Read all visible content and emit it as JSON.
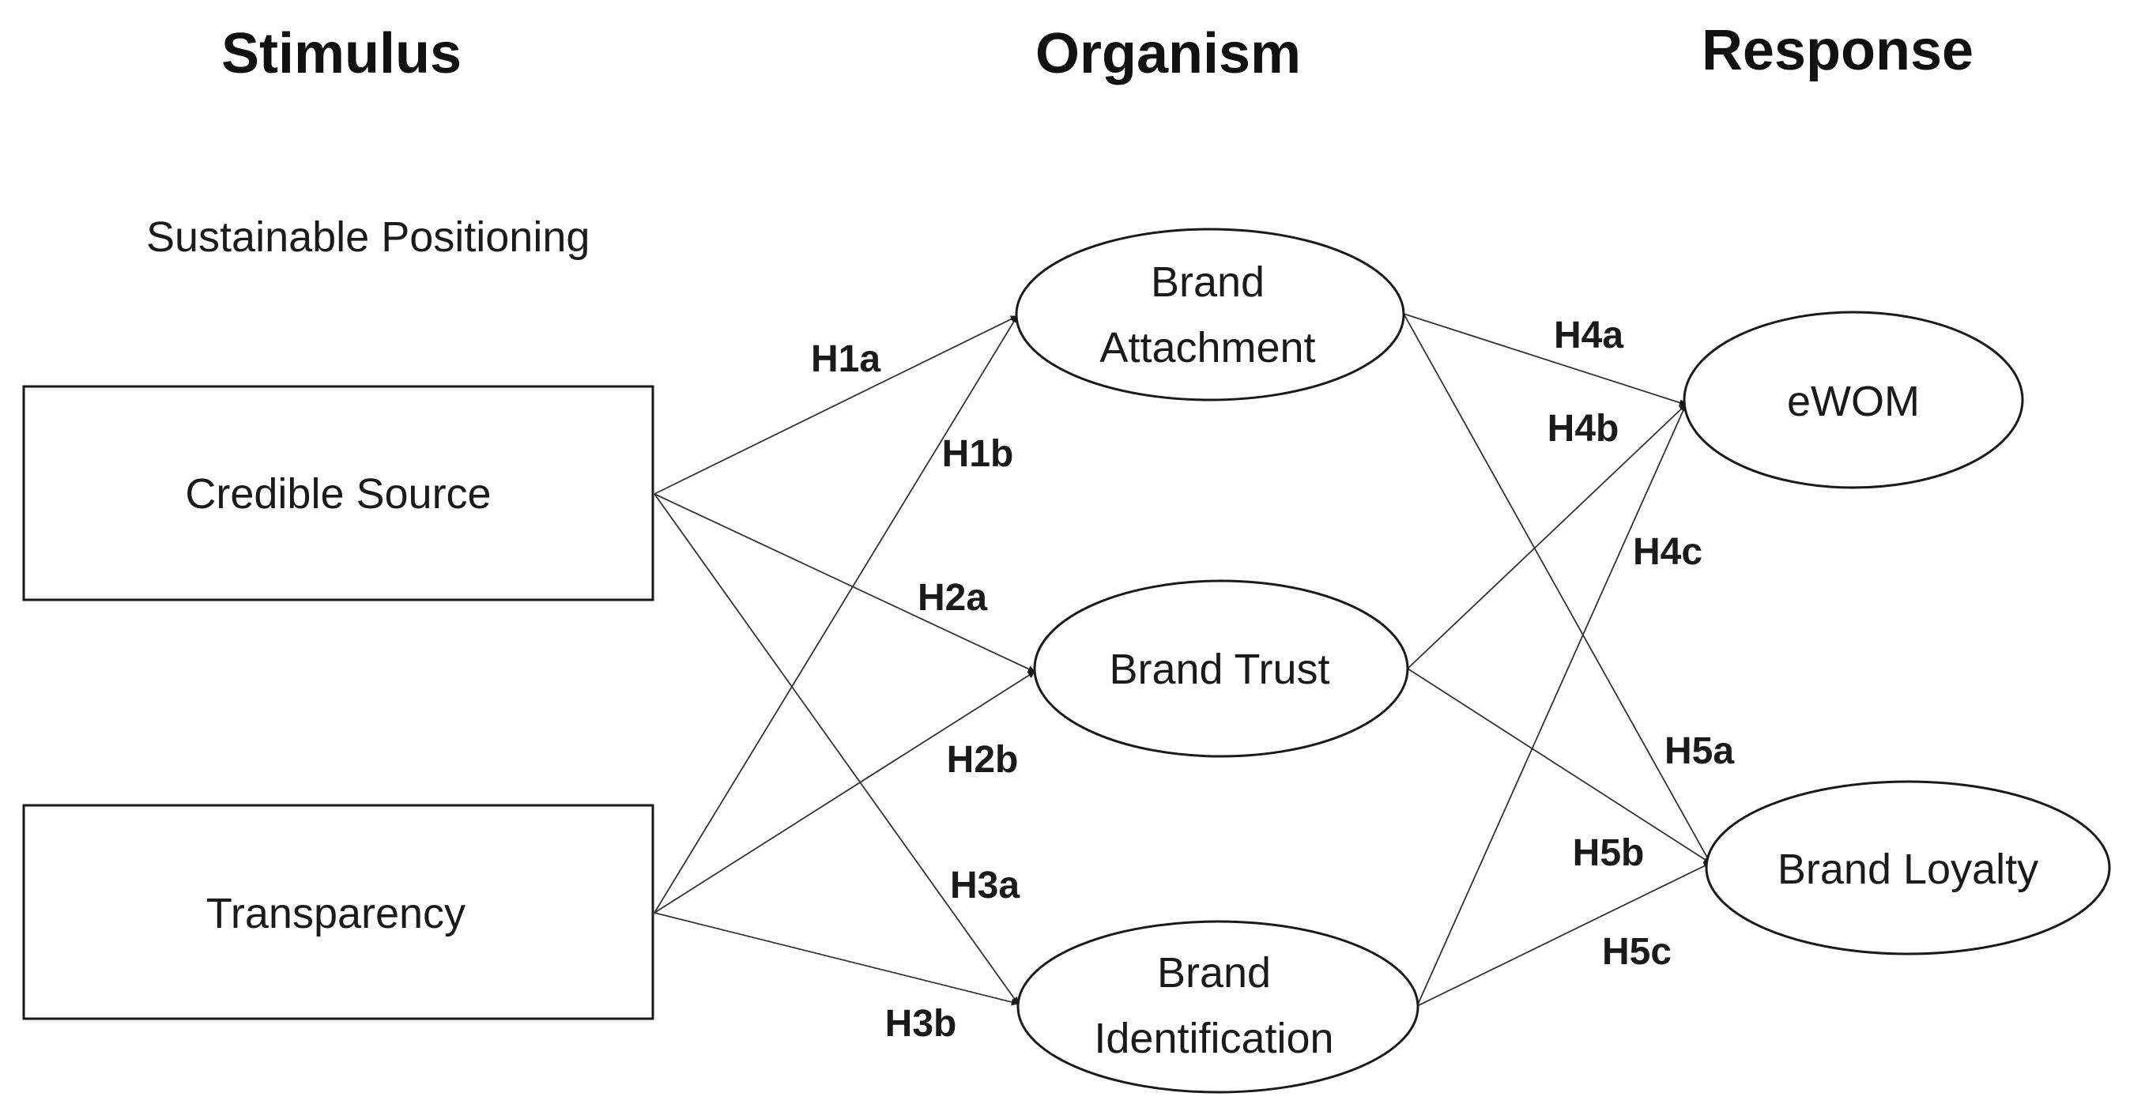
{
  "headers": {
    "stimulus": "Stimulus",
    "organism": "Organism",
    "response": "Response"
  },
  "caption": "Sustainable Positioning",
  "nodes": {
    "credible_source": [
      "Credible Source"
    ],
    "transparency": [
      "Transparency"
    ],
    "brand_attachment": [
      "Brand",
      "Attachment"
    ],
    "brand_trust": [
      "Brand Trust"
    ],
    "brand_identification": [
      "Brand",
      "Identification"
    ],
    "ewom": [
      "eWOM"
    ],
    "brand_loyalty": [
      "Brand Loyalty"
    ]
  },
  "paths": [
    {
      "from": "credible_source",
      "to": "brand_attachment",
      "label": "H1a"
    },
    {
      "from": "transparency",
      "to": "brand_attachment",
      "label": "H1b"
    },
    {
      "from": "credible_source",
      "to": "brand_trust",
      "label": "H2a"
    },
    {
      "from": "transparency",
      "to": "brand_trust",
      "label": "H2b"
    },
    {
      "from": "credible_source",
      "to": "brand_identification",
      "label": "H3a"
    },
    {
      "from": "transparency",
      "to": "brand_identification",
      "label": "H3b"
    },
    {
      "from": "brand_attachment",
      "to": "ewom",
      "label": "H4a"
    },
    {
      "from": "brand_trust",
      "to": "ewom",
      "label": "H4b"
    },
    {
      "from": "brand_identification",
      "to": "ewom",
      "label": "H4c"
    },
    {
      "from": "brand_attachment",
      "to": "brand_loyalty",
      "label": "H5a"
    },
    {
      "from": "brand_trust",
      "to": "brand_loyalty",
      "label": "H5b"
    },
    {
      "from": "brand_identification",
      "to": "brand_loyalty",
      "label": "H5c"
    }
  ]
}
